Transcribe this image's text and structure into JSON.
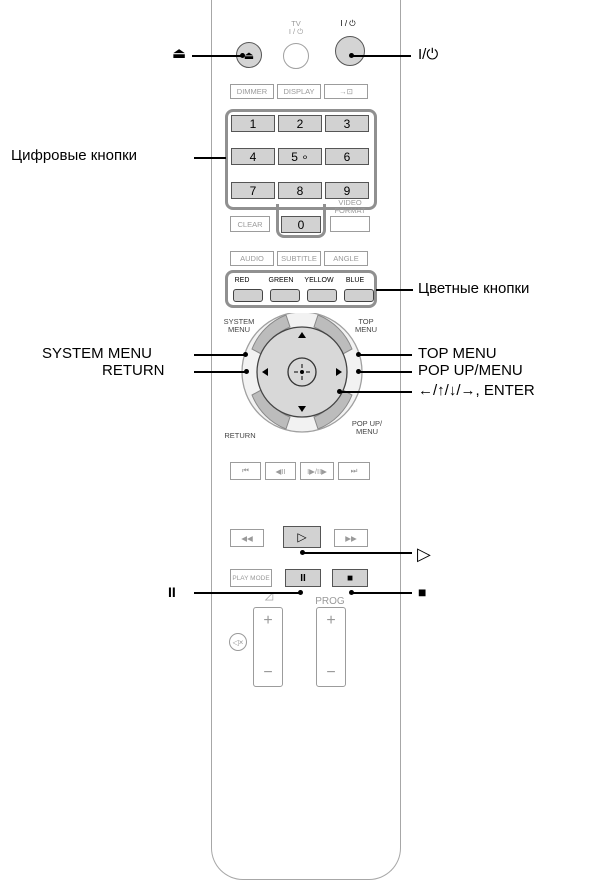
{
  "callouts": {
    "eject": "⏏",
    "power": "I/⏻",
    "numeric_buttons": "Цифровые кнопки",
    "color_buttons": "Цветные кнопки",
    "system_menu": "SYSTEM MENU",
    "top_menu": "TOP MENU",
    "arrows_enter": "←/↑/↓/→, ENTER",
    "return": "RETURN",
    "popup_menu": "POP UP/MENU",
    "play": "▷",
    "pause": "II",
    "stop": "■"
  },
  "remote": {
    "tv_label": "TV\nI / ⏻",
    "power_label": "I / ⏻",
    "dimmer": "DIMMER",
    "display": "DISPLAY",
    "input": "→⊡",
    "digits": [
      "1",
      "2",
      "3",
      "4",
      "5 ∘",
      "6",
      "7",
      "8",
      "9",
      "0"
    ],
    "clear": "CLEAR",
    "video_format": "VIDEO\nFORMAT",
    "audio": "AUDIO",
    "subtitle": "SUBTITLE",
    "angle": "ANGLE",
    "red": "RED",
    "green": "GREEN",
    "yellow": "YELLOW",
    "blue": "BLUE",
    "system_menu": "SYSTEM\nMENU",
    "top_menu": "TOP\nMENU",
    "return": "RETURN",
    "popup_menu": "POP UP/\nMENU",
    "prev": "⏮",
    "step_back": "◀II",
    "step_fwd": "I▶/II▶",
    "next": "⏭",
    "rewind": "◀◀",
    "play": "▷",
    "ffwd": "▶▶",
    "play_mode": "PLAY MODE",
    "pause": "II",
    "stop": "■",
    "volume_icon": "◿",
    "prog": "PROG",
    "plus": "+",
    "minus": "−",
    "mute_icon": "🔇"
  }
}
